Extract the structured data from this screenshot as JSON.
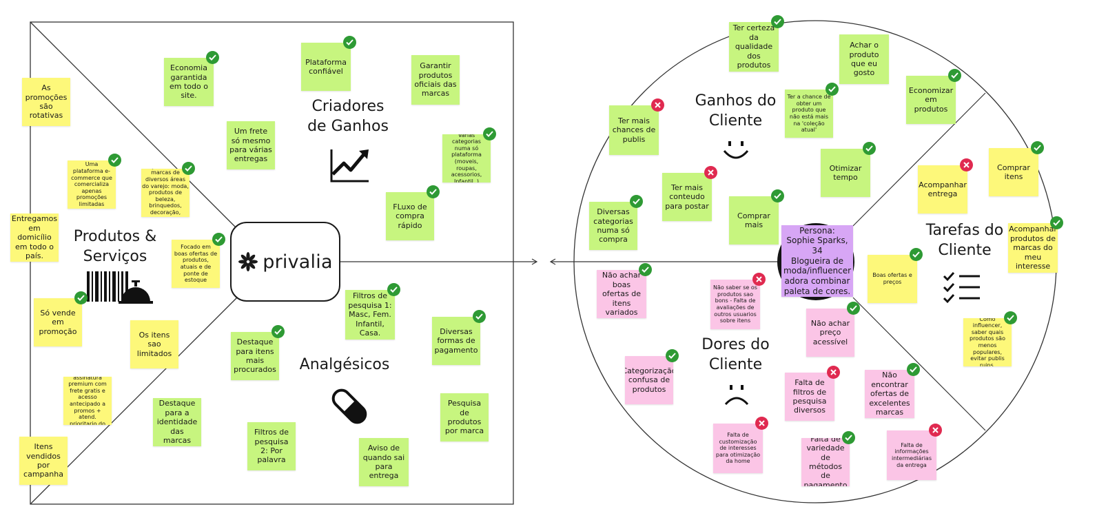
{
  "sections": {
    "produtos_servicos": "Produtos &\nServiços",
    "criadores_ganhos": "Criadores\nde Ganhos",
    "analgesicos": "Analgésicos",
    "ganhos_cliente": "Ganhos do\nCliente",
    "dores_cliente": "Dores do\nCliente",
    "tarefas_cliente": "Tarefas do\nCliente"
  },
  "logo": {
    "brand": "privalia"
  },
  "persona": "Persona:\nSophie Sparks, 34\nBlogueira de moda/influencer adora combinar paleta de cores.",
  "colors": {
    "yellow": "#fdf87a",
    "green": "#c7f57f",
    "pink": "#fbc5e6",
    "purple": "#d7a6f5",
    "check": "#2e9a34",
    "cross": "#e02a50"
  },
  "notes": [
    {
      "text": "As promoções são rotativas",
      "color": "yellow",
      "status": "none"
    },
    {
      "text": "Uma plataforma e-commerce que comercializa apenas promoções limitadas",
      "color": "yellow",
      "status": "check"
    },
    {
      "text": "Juntamos marcas de diversos áreas do varejo: moda, produtos de beleza, brinquedos, decoração, eletrodomesticos",
      "color": "yellow",
      "status": "check"
    },
    {
      "text": "Entregamos em domicílio em todo o país.",
      "color": "yellow",
      "status": "none"
    },
    {
      "text": "Focado em boas ofertas de produtos, atuais e de ponte de estoque",
      "color": "yellow",
      "status": "check"
    },
    {
      "text": "Só vende em promoção",
      "color": "yellow",
      "status": "check"
    },
    {
      "text": "Os itens sao limitados",
      "color": "yellow",
      "status": "none"
    },
    {
      "text": "Venda de assinatura premium com frete gratis e acesso antecipado a promos + atend. prioritario do SAC.",
      "color": "yellow",
      "status": "none"
    },
    {
      "text": "Itens vendidos por campanha",
      "color": "yellow",
      "status": "none"
    },
    {
      "text": "Economia garantida em todo o site.",
      "color": "green",
      "status": "check"
    },
    {
      "text": "Plataforma confiável",
      "color": "green",
      "status": "check"
    },
    {
      "text": "Garantir produtos oficiais das marcas",
      "color": "green",
      "status": "none"
    },
    {
      "text": "Um frete só mesmo para várias entregas",
      "color": "green",
      "status": "none"
    },
    {
      "text": "Varias categorias numa só plataforma (moveis, roupas, acessorios, Infantil..)",
      "color": "green",
      "status": "check"
    },
    {
      "text": "FLuxo de compra rápido",
      "color": "green",
      "status": "check"
    },
    {
      "text": "Filtros de pesquisa 1: Masc, Fem. Infantil, Casa.",
      "color": "green",
      "status": "check"
    },
    {
      "text": "Destaque para itens mais procurados",
      "color": "green",
      "status": "check"
    },
    {
      "text": "Diversas formas de pagamento",
      "color": "green",
      "status": "check"
    },
    {
      "text": "Destaque para a identidade das marcas",
      "color": "green",
      "status": "none"
    },
    {
      "text": "Pesquisa de produtos por marca",
      "color": "green",
      "status": "none"
    },
    {
      "text": "Filtros de pesquisa 2: Por palavra",
      "color": "green",
      "status": "none"
    },
    {
      "text": "Aviso de quando sai para entrega",
      "color": "green",
      "status": "none"
    },
    {
      "text": "Ter certeza da qualidade dos produtos",
      "color": "green",
      "status": "check"
    },
    {
      "text": "Achar o produto que eu gosto",
      "color": "green",
      "status": "none"
    },
    {
      "text": "Ter a chance de obter um produto que não está mais na 'coleção atual'",
      "color": "green",
      "status": "check"
    },
    {
      "text": "Economizar em produtos",
      "color": "green",
      "status": "check"
    },
    {
      "text": "Ter mais chances de publis",
      "color": "green",
      "status": "cross"
    },
    {
      "text": "Otimizar tempo",
      "color": "green",
      "status": "check"
    },
    {
      "text": "Ter mais conteudo para postar",
      "color": "green",
      "status": "cross"
    },
    {
      "text": "Diversas categorias numa só compra",
      "color": "green",
      "status": "check"
    },
    {
      "text": "Comprar mais",
      "color": "green",
      "status": "check"
    },
    {
      "text": "Acompanhar entrega",
      "color": "yellow",
      "status": "cross"
    },
    {
      "text": "Comprar itens",
      "color": "yellow",
      "status": "check"
    },
    {
      "text": "Acompanhar produtos de marcas do meu interesse",
      "color": "yellow",
      "status": "check"
    },
    {
      "text": "Boas ofertas e preços",
      "color": "yellow",
      "status": "check"
    },
    {
      "text": "Como influencer, saber quais produtos são menos populares, evitar publis ruins.",
      "color": "yellow",
      "status": "check"
    },
    {
      "text": "Não achar boas ofertas de itens variados",
      "color": "pink",
      "status": "check"
    },
    {
      "text": "Não saber se os produtos sao bons - Falta de avaliações de outros usuarios sobre itens",
      "color": "pink",
      "status": "cross"
    },
    {
      "text": "Não achar preço acessível",
      "color": "pink",
      "status": "check"
    },
    {
      "text": "Categorização confusa de produtos",
      "color": "pink",
      "status": "check"
    },
    {
      "text": "Falta de filtros de pesquisa diversos",
      "color": "pink",
      "status": "cross"
    },
    {
      "text": "Não encontrar ofertas de excelentes marcas",
      "color": "pink",
      "status": "check"
    },
    {
      "text": "Falta de customização de interesses para otimização da home",
      "color": "pink",
      "status": "cross"
    },
    {
      "text": "Falta de variedade de métodos de pagamento",
      "color": "pink",
      "status": "check"
    },
    {
      "text": "Falta de informações intermediárias da entrega",
      "color": "pink",
      "status": "cross"
    }
  ]
}
